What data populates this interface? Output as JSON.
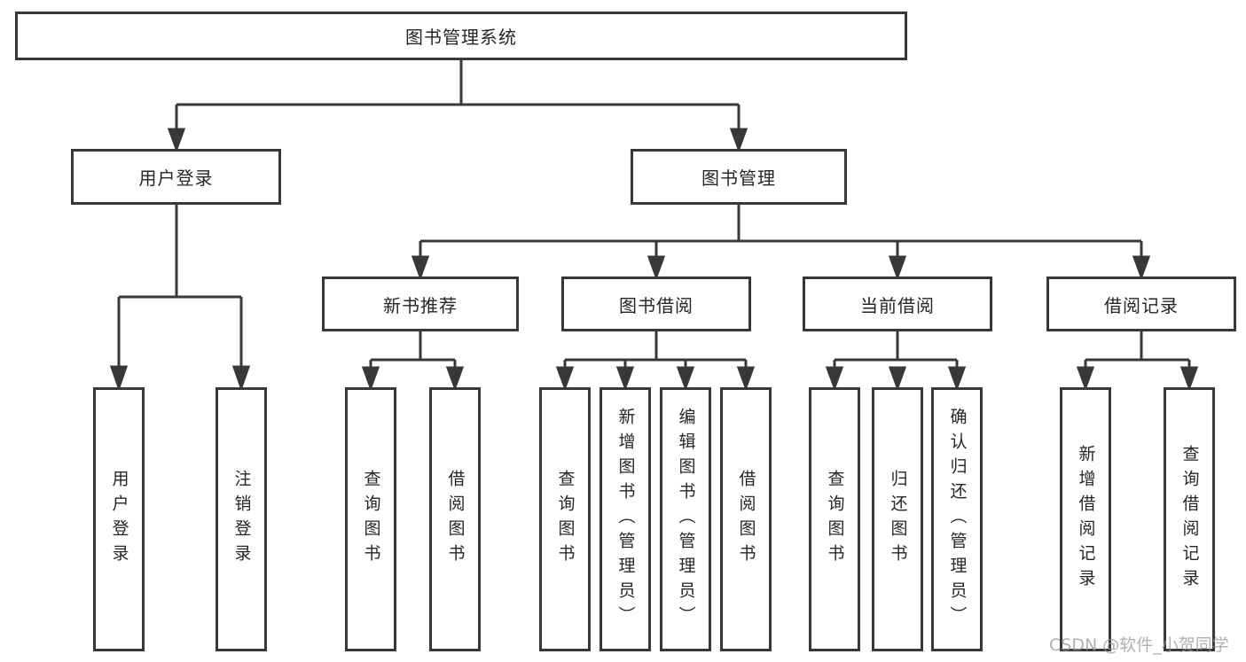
{
  "tree": {
    "root": {
      "label": "图书管理系统"
    },
    "level2": [
      {
        "label": "用户登录",
        "children": [
          {
            "label": "用户登录"
          },
          {
            "label": "注销登录"
          }
        ]
      },
      {
        "label": "图书管理",
        "children": [
          {
            "label": "新书推荐",
            "children": [
              {
                "label": "查询图书"
              },
              {
                "label": "借阅图书"
              }
            ]
          },
          {
            "label": "图书借阅",
            "children": [
              {
                "label": "查询图书"
              },
              {
                "label": "新增图书（管理员）"
              },
              {
                "label": "编辑图书（管理员）"
              },
              {
                "label": "借阅图书"
              }
            ]
          },
          {
            "label": "当前借阅",
            "children": [
              {
                "label": "查询图书"
              },
              {
                "label": "归还图书"
              },
              {
                "label": "确认归还（管理员）"
              }
            ]
          },
          {
            "label": "借阅记录",
            "children": [
              {
                "label": "新增借阅记录"
              },
              {
                "label": "查询借阅记录"
              }
            ]
          }
        ]
      }
    ]
  },
  "watermark": {
    "text": "CSDN @软件_小贺同学"
  },
  "colors": {
    "line": "#383838",
    "node_border": "#383838",
    "node_fill": "#ffffff",
    "text": "#262626",
    "watermark": "#969696",
    "background": "#ffffff"
  }
}
